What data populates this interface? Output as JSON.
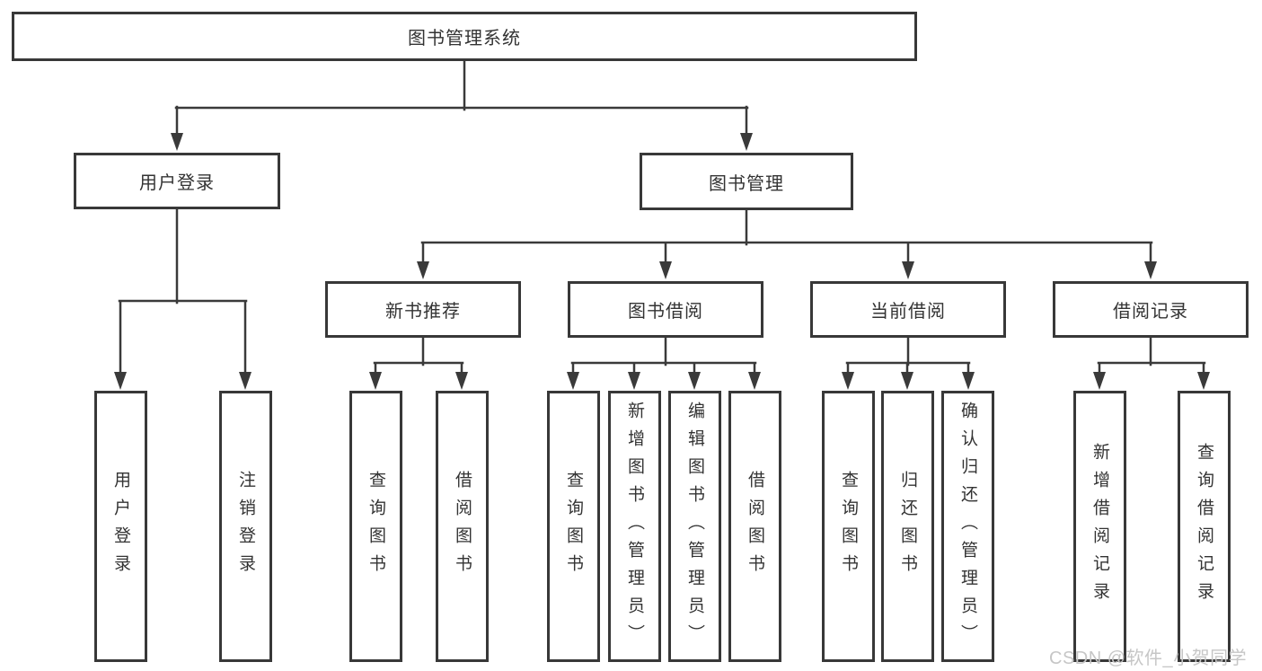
{
  "diagram": {
    "root": {
      "label": "图书管理系统"
    },
    "branches": [
      {
        "label": "用户登录",
        "children": [
          {
            "label": "用户登录"
          },
          {
            "label": "注销登录"
          }
        ]
      },
      {
        "label": "图书管理",
        "children": [
          {
            "label": "新书推荐",
            "children": [
              {
                "label": "查询图书"
              },
              {
                "label": "借阅图书"
              }
            ]
          },
          {
            "label": "图书借阅",
            "children": [
              {
                "label": "查询图书"
              },
              {
                "label": "新增图书（管理员）"
              },
              {
                "label": "编辑图书（管理员）"
              },
              {
                "label": "借阅图书"
              }
            ]
          },
          {
            "label": "当前借阅",
            "children": [
              {
                "label": "查询图书"
              },
              {
                "label": "归还图书"
              },
              {
                "label": "确认归还（管理员）"
              }
            ]
          },
          {
            "label": "借阅记录",
            "children": [
              {
                "label": "新增借阅记录"
              },
              {
                "label": "查询借阅记录"
              }
            ]
          }
        ]
      }
    ]
  },
  "watermark": {
    "text": "CSDN @软件_小贺同学"
  },
  "colors": {
    "line": "#3a3a3a",
    "border": "#383838",
    "text": "#333333",
    "watermark": "#c6c6c6",
    "background": "#ffffff"
  }
}
